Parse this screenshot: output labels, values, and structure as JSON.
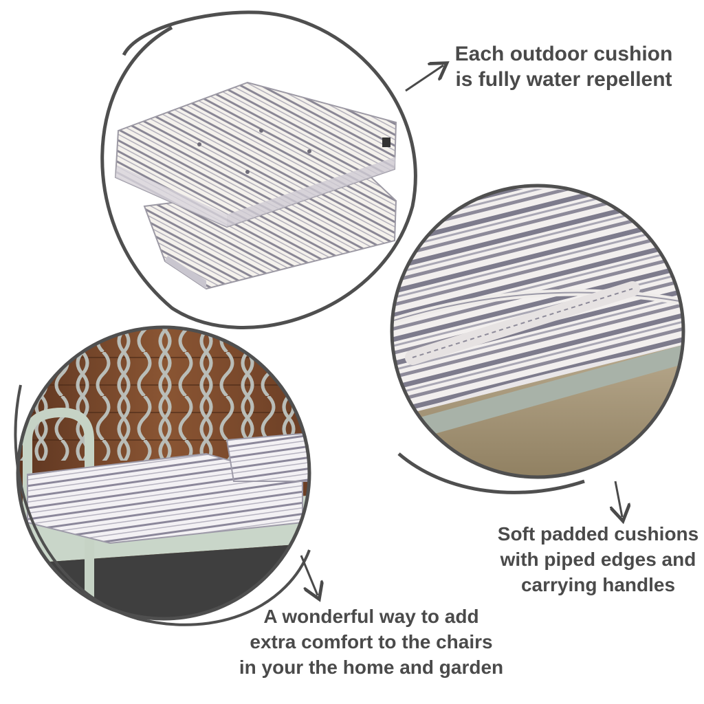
{
  "captions": {
    "water": {
      "line1": "Each outdoor cushion",
      "line2": "is fully water repellent"
    },
    "padded": {
      "line1": "Soft padded cushions",
      "line2": "with piped edges and",
      "line3": "carrying handles"
    },
    "comfort": {
      "line1": "A wonderful way to add",
      "line2": "extra comfort to the chairs",
      "line3": "in your the home and garden"
    }
  },
  "colors": {
    "ink": "#4a4a4a",
    "stripe": "#8a8795",
    "fabric": "#f4f1ec",
    "wood": "#7a4a2c",
    "bench": "#c9d6c9"
  },
  "icons": [
    "arrow-icon"
  ]
}
